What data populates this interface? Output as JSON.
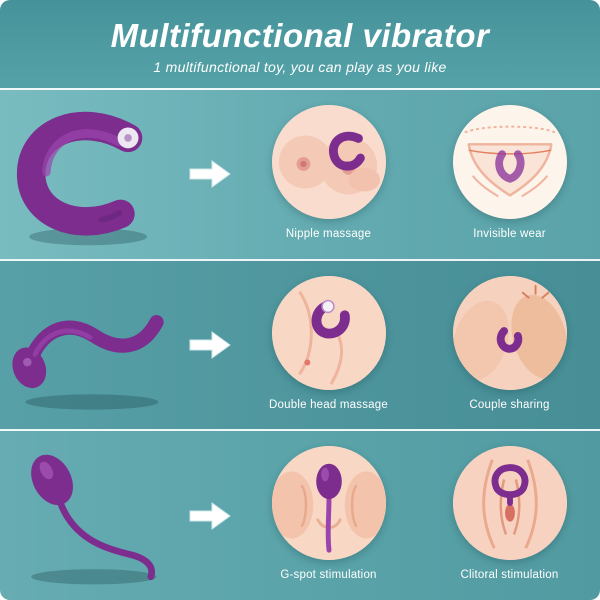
{
  "header": {
    "title": "Multifunctional vibrator",
    "subtitle": "1 multifunctional toy, you can play as you like"
  },
  "rows": [
    {
      "product": "c-shape-couples-vibrator",
      "panels": [
        {
          "label": "Nipple massage"
        },
        {
          "label": "Invisible wear"
        }
      ]
    },
    {
      "product": "flexible-double-head-wand",
      "panels": [
        {
          "label": "Double head massage"
        },
        {
          "label": "Couple sharing"
        }
      ]
    },
    {
      "product": "egg-vibrator-with-tail",
      "panels": [
        {
          "label": "G-spot stimulation"
        },
        {
          "label": "Clitoral stimulation"
        }
      ]
    }
  ],
  "icons": {
    "arrow_right_icon": "→"
  },
  "colors": {
    "header_teal_top": "#46929a",
    "header_teal_bottom": "#55a3a9",
    "row1_teal": "#63abb1",
    "row2_teal": "#4d949c",
    "row3_teal": "#58a2a8",
    "product_purple": "#7c2d8e",
    "product_purple_highlight": "#9b44ad",
    "skin_tone": "#f8dcca",
    "line_orange": "#e4805e",
    "text_white": "#ffffff"
  }
}
